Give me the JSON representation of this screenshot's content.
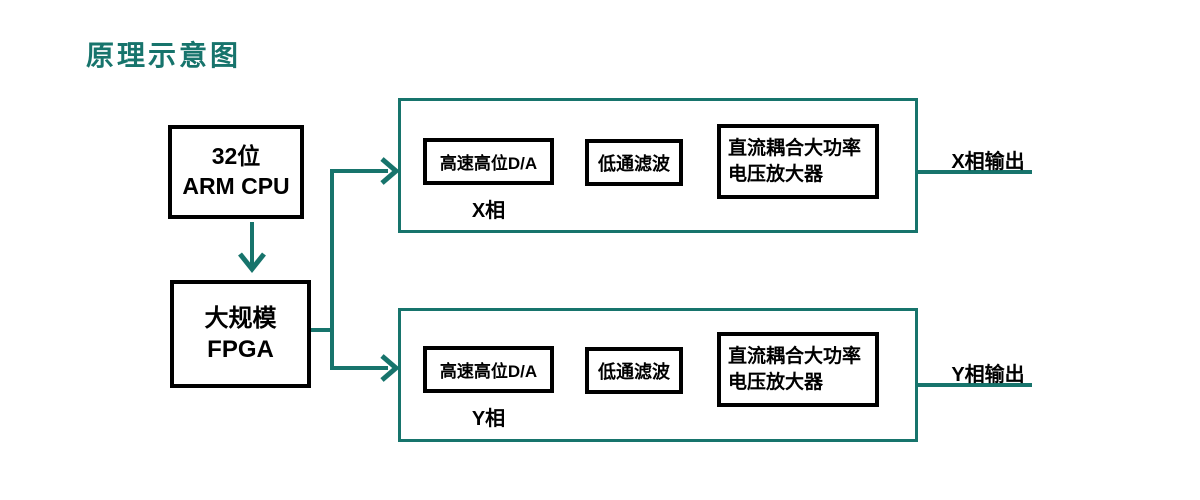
{
  "title": "原理示意图",
  "colors": {
    "accent_teal": "#17746C",
    "box_border_black": "#000000",
    "background": "#FFFFFF"
  },
  "blocks": {
    "cpu": {
      "line1": "32位",
      "line2": "ARM CPU"
    },
    "fpga": {
      "line1": "大规模",
      "line2": "FPGA"
    }
  },
  "channels": [
    {
      "id": "x",
      "dac_label": "高速高位D/A",
      "phase_label": "X相",
      "filter_label": "低通滤波",
      "amp_line1": "直流耦合大功率",
      "amp_line2": "电压放大器",
      "output_label": "X相输出"
    },
    {
      "id": "y",
      "dac_label": "高速高位D/A",
      "phase_label": "Y相",
      "filter_label": "低通滤波",
      "amp_line1": "直流耦合大功率",
      "amp_line2": "电压放大器",
      "output_label": "Y相输出"
    }
  ]
}
